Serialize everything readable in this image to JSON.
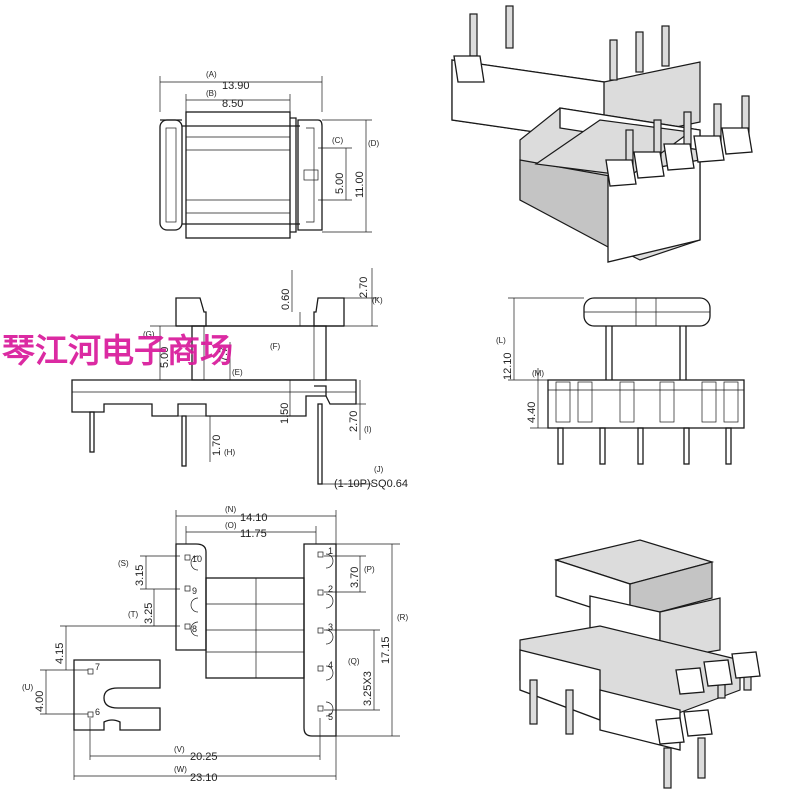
{
  "watermark": "琴江河电子商场",
  "top_view": {
    "dims": [
      {
        "ref": "(A)",
        "value": "13.90"
      },
      {
        "ref": "(B)",
        "value": "8.50"
      },
      {
        "ref": "(C)",
        "value": "5.00"
      },
      {
        "ref": "(D)",
        "value": "11.00"
      }
    ]
  },
  "side_view": {
    "dims": [
      {
        "ref": "(K)",
        "value": "2.70"
      },
      {
        "ref": "(F)",
        "value": "0.60"
      },
      {
        "ref": "(G)",
        "value": "5.00"
      },
      {
        "ref": "(E)",
        "value": "7.7"
      },
      {
        "ref": "(H)",
        "value": "1.70"
      },
      {
        "ref": "(I)",
        "value": "2.70"
      },
      {
        "ref": "",
        "value": "1.50"
      }
    ],
    "pin_spec_ref": "(J)",
    "pin_spec": "(1-10P)SQ0.64"
  },
  "end_view": {
    "dims": [
      {
        "ref": "(L)",
        "value": "12.10"
      },
      {
        "ref": "(M)",
        "value": "4.40"
      }
    ]
  },
  "bottom_view": {
    "dims": [
      {
        "ref": "(N)",
        "value": "14.10"
      },
      {
        "ref": "(O)",
        "value": "11.75"
      },
      {
        "ref": "(S)",
        "value": "3.15"
      },
      {
        "ref": "(T)",
        "value": "3.25"
      },
      {
        "ref": "(P)",
        "value": "3.70"
      },
      {
        "ref": "(R)",
        "value": "17.15"
      },
      {
        "ref": "(Q)",
        "value": "3.25X3"
      },
      {
        "ref": "(U)",
        "value": "4.00"
      },
      {
        "ref": "",
        "value": "4.15"
      },
      {
        "ref": "(V)",
        "value": "20.25"
      },
      {
        "ref": "(W)",
        "value": "23.10"
      }
    ],
    "pins": [
      "10",
      "9",
      "8",
      "7",
      "6",
      "1",
      "2",
      "3",
      "4",
      "5"
    ]
  }
}
